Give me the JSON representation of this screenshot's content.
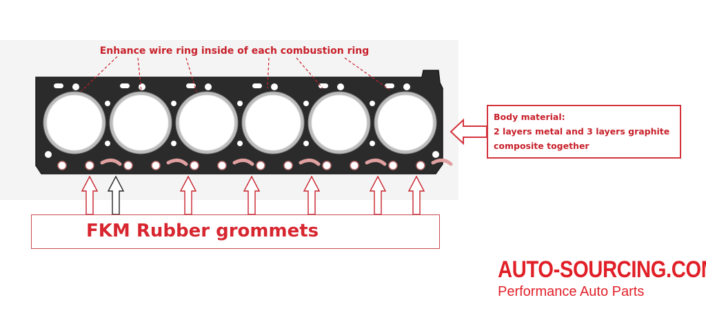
{
  "annotations": {
    "top_callout": "Enhance wire ring inside of each combustion ring",
    "body_material_title": "Body material:",
    "body_material_line1": "2 layers metal and 3 layers graphite",
    "body_material_line2": "composite together",
    "grommets_label": "FKM Rubber grommets"
  },
  "brand": {
    "name": "AUTO-SOURCING.COM",
    "tagline": "Performance Auto Parts"
  },
  "colors": {
    "accent_red": "#d7262f",
    "gasket_dark": "#2b2b2b",
    "ring_silver": "#c9c9c9"
  },
  "gasket": {
    "cylinder_count": 6
  }
}
